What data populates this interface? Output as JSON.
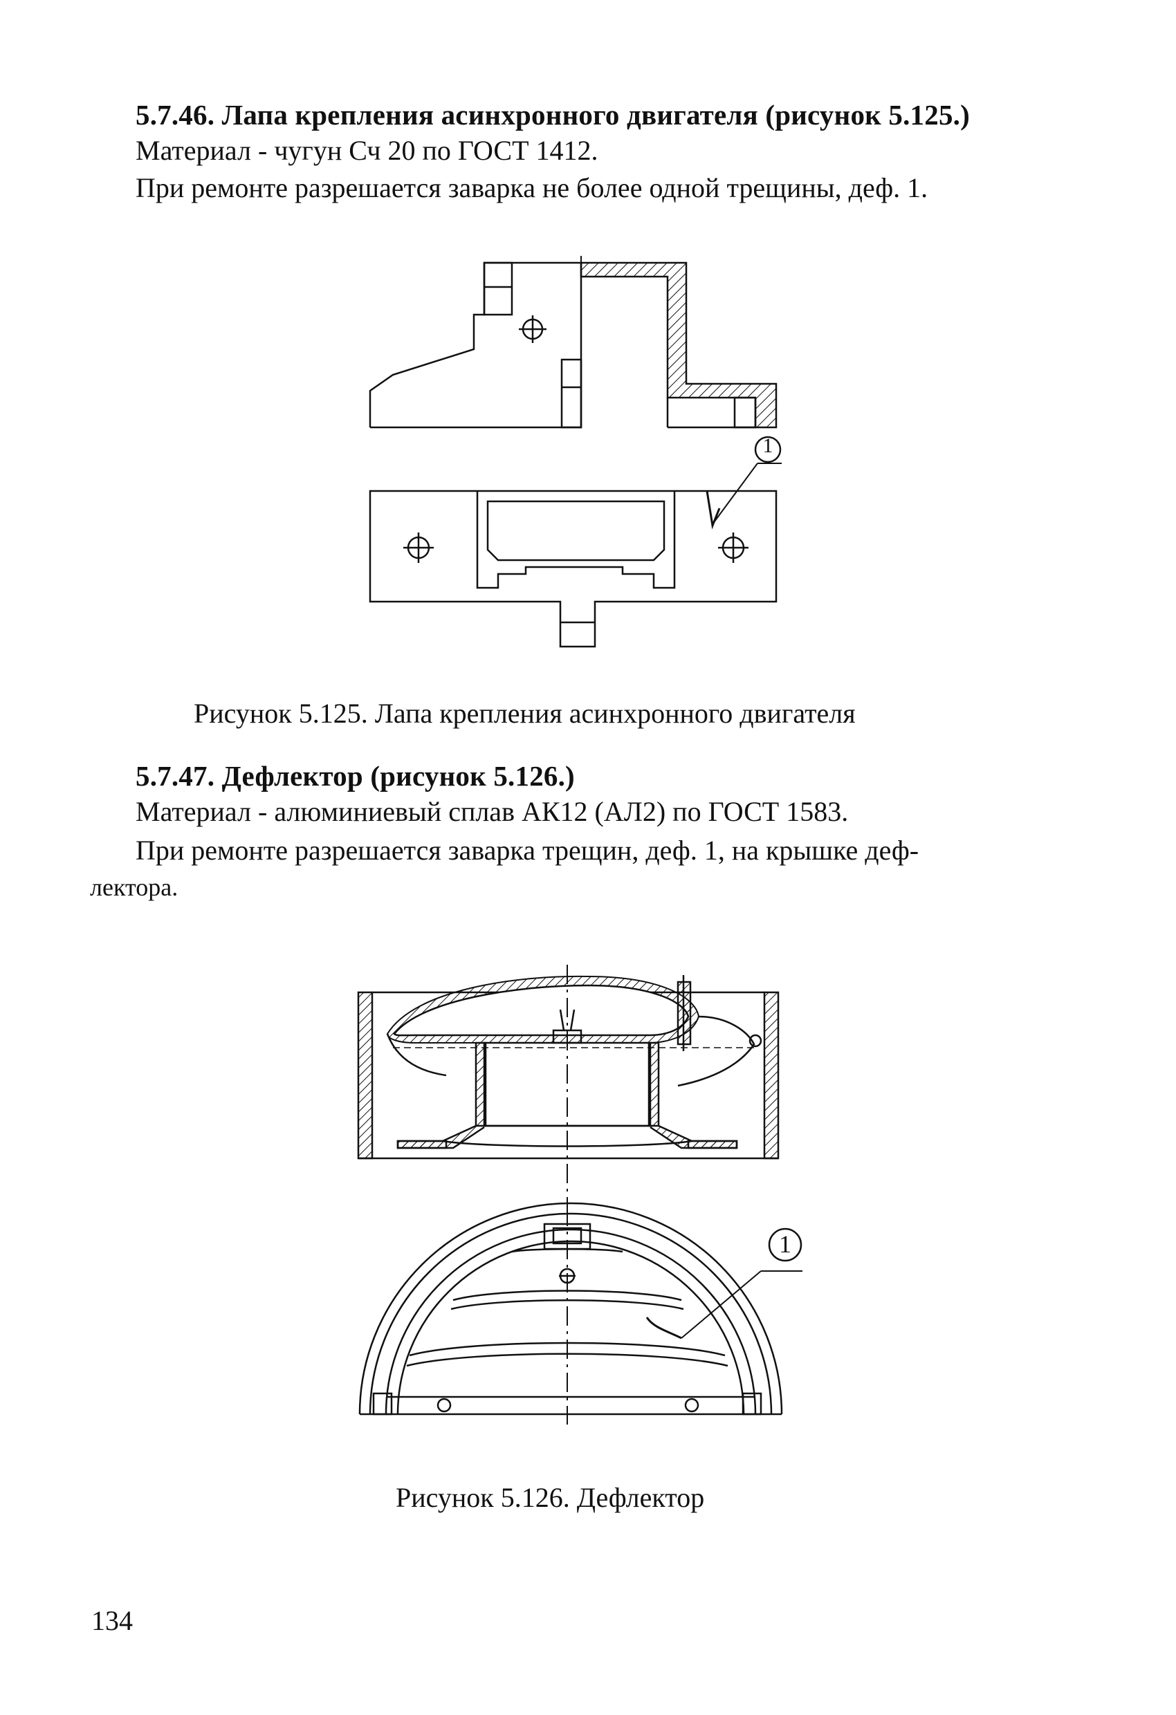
{
  "section_5_7_46": {
    "heading": "5.7.46. Лапа крепления асинхронного двигателя (рисунок 5.125.)",
    "material": "Материал - чугун Сч 20 по ГОСТ 1412.",
    "repair": "При ремонте разрешается заварка не более одной трещины, деф. 1."
  },
  "figure_5_125": {
    "callout": "1",
    "caption": "Рисунок 5.125. Лапа крепления асинхронного двигателя"
  },
  "section_5_7_47": {
    "heading": "5.7.47. Дефлектор (рисунок 5.126.)",
    "material": "Материал - алюминиевый сплав АК12 (АЛ2) по ГОСТ 1583.",
    "repair_line1": "При ремонте разрешается заварка трещин, деф. 1, на крышке деф-",
    "repair_line2": "лектора."
  },
  "figure_5_126": {
    "callout": "1",
    "caption": "Рисунок 5.126. Дефлектор"
  },
  "page_number": "134"
}
